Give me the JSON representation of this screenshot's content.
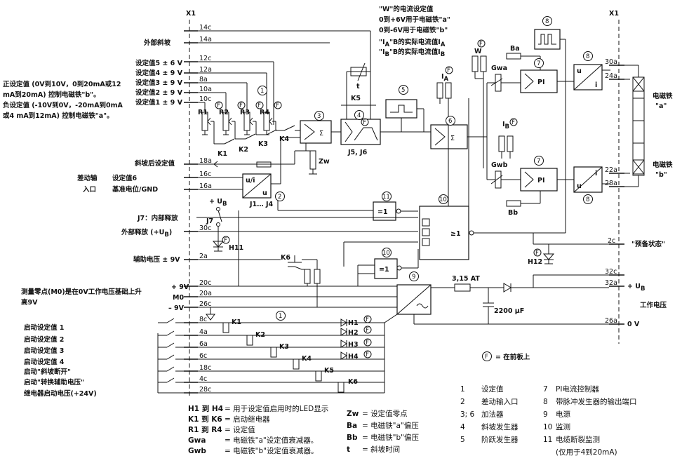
{
  "connector": {
    "left": "X1",
    "right": "X1"
  },
  "pins_left": [
    "14c",
    "14a",
    "12c",
    "12a",
    "8a",
    "10a",
    "10c",
    "18a",
    "16c",
    "16a",
    "30c",
    "2a",
    "20c",
    "20a",
    "26c",
    "8c",
    "4a",
    "6a",
    "6c",
    "18c",
    "4c",
    "28c"
  ],
  "pins_right": [
    "30a",
    "24a",
    "22a",
    "28a",
    "2c",
    "32c",
    "32a",
    "26a"
  ],
  "left_labels": {
    "ext_ramp": "外部斜坡",
    "setpoints": [
      "设定值5 ± 6 V",
      "设定值4 ± 9 V",
      "设定值3 ± 9 V",
      "设定值2 ± 9 V",
      "设定值1 ± 9 V"
    ],
    "after_ramp": "斜坡后设定值",
    "diff_input_1": "差动输",
    "diff_input_2": "入口",
    "setpoint6": "设定值6",
    "ref_gnd": "基准电位/GND",
    "j7": "J7：内部释放",
    "ext_release": "外部释放 (+U",
    "ext_release_sub": "B",
    "ext_release_end": ")",
    "aux_voltage": "辅助电压 ± 9V",
    "measure_zero_1": "测量零点(M0)是在0V工作电压基础上升",
    "measure_zero_2": "高9V",
    "plus9": "+ 9V",
    "m0": "M0",
    "minus9": "– 9V",
    "start": [
      "启动设定值 1",
      "启动设定值 2",
      "启动设定值 3",
      "启动设定值 4",
      "启动\"斜坡断开\"",
      "启动\"转换辅助电压\"",
      "继电器启动电压(+24V)"
    ]
  },
  "note_left": [
    "正设定值 (0V到10V，0到20mA或12",
    "mA到20mA) 控制电磁铁\"b\"。",
    "负设定值 (-10V到0V，-20mA到0mA",
    "或4 mA到12mA) 控制电磁铁\"a\"。"
  ],
  "note_top": {
    "w_line1": "\"W\"的电流设定值",
    "w_line2": "0到+6V用于电磁铁\"a\"",
    "w_line3": "0到-6V用于电磁铁\"b\"",
    "ia_line": "\"I",
    "ia_sub": "A",
    "ia_rest": "\"B的实际电流值I",
    "ia_sub2": "A",
    "ib_line": "\"I",
    "ib_sub": "B",
    "ib_rest": "\"B的实际电流值I",
    "ib_sub2": "B"
  },
  "components": {
    "sigma": "Σ",
    "pi": "PI",
    "geq1": "≥1",
    "eq1": "=1",
    "ui_u": "u/i",
    "ui_l": "u",
    "u": "u",
    "i": "i",
    "j5j6": "J5, J6",
    "j1j4": "J1… J4",
    "t": "t",
    "k5": "K5",
    "zw": "Zw",
    "ba": "Ba",
    "bb": "Bb",
    "gwa": "Gwa",
    "gwb": "Gwb",
    "w": "W",
    "ia": "I",
    "ia_sub": "A",
    "ib": "I",
    "ib_sub": "B",
    "j7": "J7",
    "ub": "+ U",
    "ub_sub": "B",
    "h11": "H11",
    "h12": "H12",
    "k6": "K6",
    "fuse": "3,15 AT",
    "cap": "2200 µF",
    "r": [
      "R1",
      "R2",
      "R3",
      "R4"
    ],
    "k": [
      "K1",
      "K2",
      "K3",
      "K4"
    ],
    "relays": [
      "K1",
      "K2",
      "K3",
      "K4",
      "K5",
      "K6"
    ],
    "leds": [
      "H1",
      "H2",
      "H3",
      "H4"
    ]
  },
  "markers": [
    "1",
    "2",
    "3",
    "4",
    "5",
    "6",
    "7",
    "7",
    "8",
    "8",
    "8",
    "9",
    "10",
    "10",
    "11",
    "1"
  ],
  "marker_f": "F",
  "right_labels": {
    "magnet_a": "电磁铁",
    "magnet_a2": "\"a\"",
    "magnet_b": "电磁铁",
    "magnet_b2": "\"b\"",
    "ready": "\"预备状态\"",
    "ub": "+ U",
    "ub_sub": "B",
    "work_voltage": "工作电压",
    "zero_v": "0 V"
  },
  "front_panel": "= 在前板上",
  "legend_left": [
    {
      "key": "H1 到 H4",
      "val": "= 用于设定值启用时的LED显示"
    },
    {
      "key": "K1 到 K6",
      "val": "= 启动继电器"
    },
    {
      "key": "R1 到 R4",
      "val": "= 设定值"
    },
    {
      "key": "Gwa",
      "val": "= 电磁铁\"a\"设定值衰减器。"
    },
    {
      "key": "Gwb",
      "val": "= 电磁铁\"b\"设定值衰减器。"
    }
  ],
  "legend_mid": [
    {
      "key": "Zw",
      "val": "= 设定值零点"
    },
    {
      "key": "Ba",
      "val": "= 电磁铁\"a\"偏压"
    },
    {
      "key": "Bb",
      "val": "= 电磁铁\"b\"偏压"
    },
    {
      "key": "t",
      "val": "= 斜坡时间"
    }
  ],
  "legend_num1": [
    {
      "num": "1",
      "val": "设定值"
    },
    {
      "num": "2",
      "val": "差动输入口"
    },
    {
      "num": "3; 6",
      "val": "加法器"
    },
    {
      "num": "4",
      "val": "斜坡发生器"
    },
    {
      "num": "5",
      "val": "阶跃发生器"
    }
  ],
  "legend_num2": [
    {
      "num": "7",
      "val": "PI电流控制器"
    },
    {
      "num": "8",
      "val": "带脉冲发生器的输出端口"
    },
    {
      "num": "9",
      "val": "电源"
    },
    {
      "num": "10",
      "val": "监测"
    },
    {
      "num": "11",
      "val": "电缆断裂监测"
    },
    {
      "num": "",
      "val": "(仅用于4到20mA)"
    }
  ]
}
